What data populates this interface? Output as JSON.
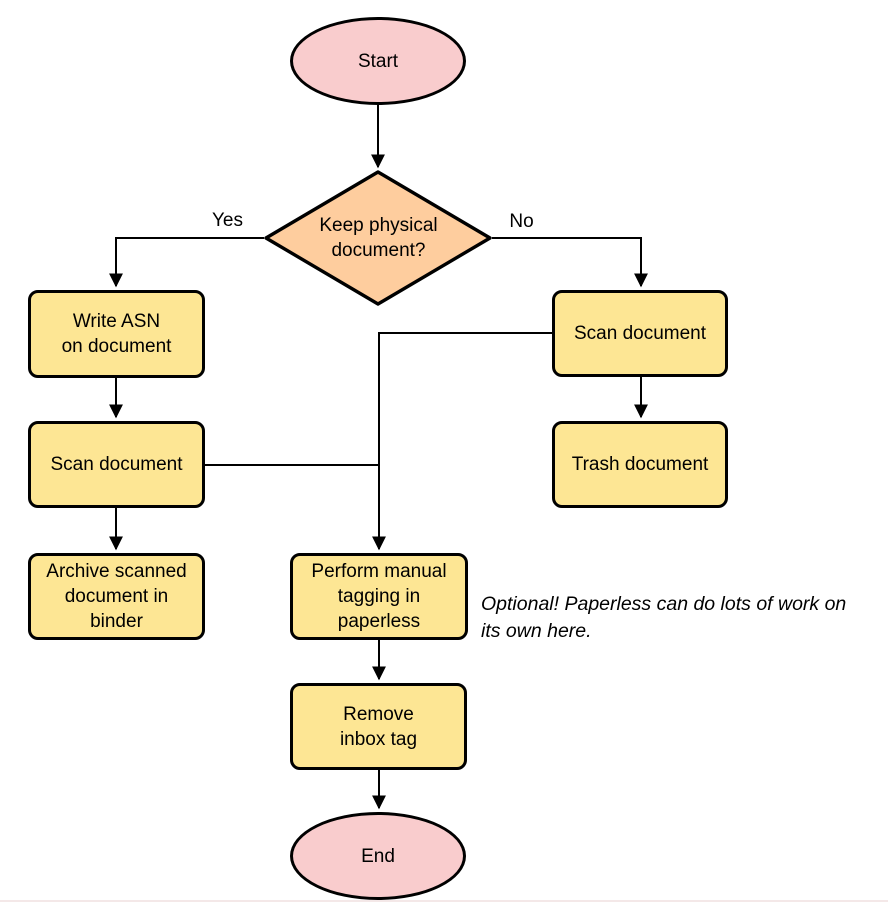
{
  "colors": {
    "background": "#FFFFFF",
    "terminator_fill": "#F9CCCD",
    "decision_fill": "#FECD9E",
    "process_fill": "#FDE694",
    "stroke": "#000000",
    "bottom_rule": "#F4E8E8"
  },
  "diagram": {
    "nodes": {
      "start": {
        "type": "terminator",
        "label": "Start"
      },
      "decision": {
        "type": "decision",
        "label": "Keep physical\ndocument?"
      },
      "write_asn": {
        "type": "process",
        "label": "Write ASN\non document"
      },
      "scan_left": {
        "type": "process",
        "label": "Scan document"
      },
      "archive": {
        "type": "process",
        "label": "Archive scanned\ndocument in\nbinder"
      },
      "scan_right": {
        "type": "process",
        "label": "Scan document"
      },
      "trash": {
        "type": "process",
        "label": "Trash document"
      },
      "perform_tagging": {
        "type": "process",
        "label": "Perform manual\ntagging in\npaperless"
      },
      "remove_inbox_tag": {
        "type": "process",
        "label": "Remove\ninbox tag"
      },
      "end": {
        "type": "terminator",
        "label": "End"
      }
    },
    "edge_labels": {
      "yes": "Yes",
      "no": "No"
    },
    "annotation": "Optional! Paperless can do lots of work on\nits own here."
  }
}
